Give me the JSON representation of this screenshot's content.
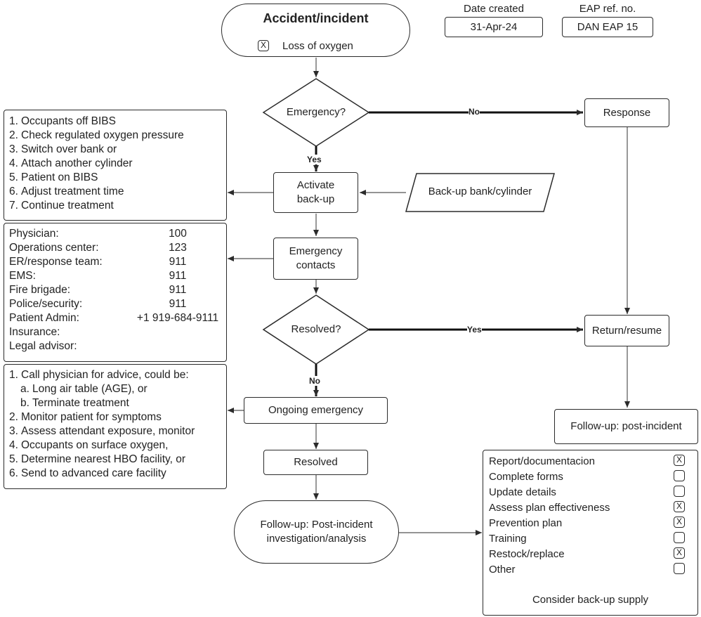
{
  "header": {
    "title": "Accident/incident",
    "checkbox_mark": "X",
    "checkbox_label": "Loss of oxygen",
    "date_label": "Date created",
    "date_value": "31-Apr-24",
    "eap_label": "EAP ref. no.",
    "eap_value": "DAN EAP 15"
  },
  "nodes": {
    "emergency": "Emergency?",
    "response": "Response",
    "activate_line1": "Activate",
    "activate_line2": "back-up",
    "backup_supply": "Back-up bank/cylinder",
    "contacts_line1": "Emergency",
    "contacts_line2": "contacts",
    "resolved_q": "Resolved?",
    "return_resume": "Return/resume",
    "ongoing": "Ongoing emergency",
    "resolved": "Resolved",
    "followup_post": "Follow-up: post-incident",
    "followup_line1": "Follow-up: Post-incident",
    "followup_line2": "investigation/analysis"
  },
  "edges": {
    "no1": "No",
    "yes1": "Yes",
    "yes2": "Yes",
    "no2": "No"
  },
  "steps_backup": [
    {
      "num": "1.",
      "text": "Occupants off BIBS"
    },
    {
      "num": "2.",
      "text": "Check regulated oxygen pressure"
    },
    {
      "num": "3.",
      "text": "Switch over bank or"
    },
    {
      "num": "4.",
      "text": "Attach another cylinder"
    },
    {
      "num": "5.",
      "text": "Patient on BIBS"
    },
    {
      "num": "6.",
      "text": "Adjust treatment time"
    },
    {
      "num": "7.",
      "text": "Continue treatment"
    }
  ],
  "contacts": [
    {
      "label": "Physician:",
      "value": "100"
    },
    {
      "label": "Operations center:",
      "value": "123"
    },
    {
      "label": "ER/response team:",
      "value": "911"
    },
    {
      "label": "EMS:",
      "value": "911"
    },
    {
      "label": "Fire brigade:",
      "value": "911"
    },
    {
      "label": "Police/security:",
      "value": "911"
    },
    {
      "label": "Patient Admin:",
      "value": "+1 919-684-9111"
    },
    {
      "label": "Insurance:",
      "value": ""
    },
    {
      "label": "Legal advisor:",
      "value": ""
    }
  ],
  "steps_ongoing": [
    {
      "num": "1.",
      "text": "Call physician for advice, could be:"
    },
    {
      "num": "a.",
      "text": "Long air table (AGE), or"
    },
    {
      "num": "b.",
      "text": "Terminate treatment"
    },
    {
      "num": "2.",
      "text": "Monitor patient for symptoms"
    },
    {
      "num": "3.",
      "text": "Assess attendant exposure, monitor"
    },
    {
      "num": "4.",
      "text": "Occupants on surface oxygen,"
    },
    {
      "num": "5.",
      "text": "Determine nearest HBO facility, or"
    },
    {
      "num": "6.",
      "text": "Send to advanced care facility"
    }
  ],
  "checklist": [
    {
      "label": "Report/documentacion",
      "mark": "X"
    },
    {
      "label": "Complete forms",
      "mark": ""
    },
    {
      "label": "Update details",
      "mark": ""
    },
    {
      "label": "Assess plan effectiveness",
      "mark": "X"
    },
    {
      "label": "Prevention plan",
      "mark": "X"
    },
    {
      "label": "Training",
      "mark": ""
    },
    {
      "label": "Restock/replace",
      "mark": "X"
    },
    {
      "label": "Other",
      "mark": ""
    }
  ],
  "checklist_footer": "Consider back-up supply"
}
